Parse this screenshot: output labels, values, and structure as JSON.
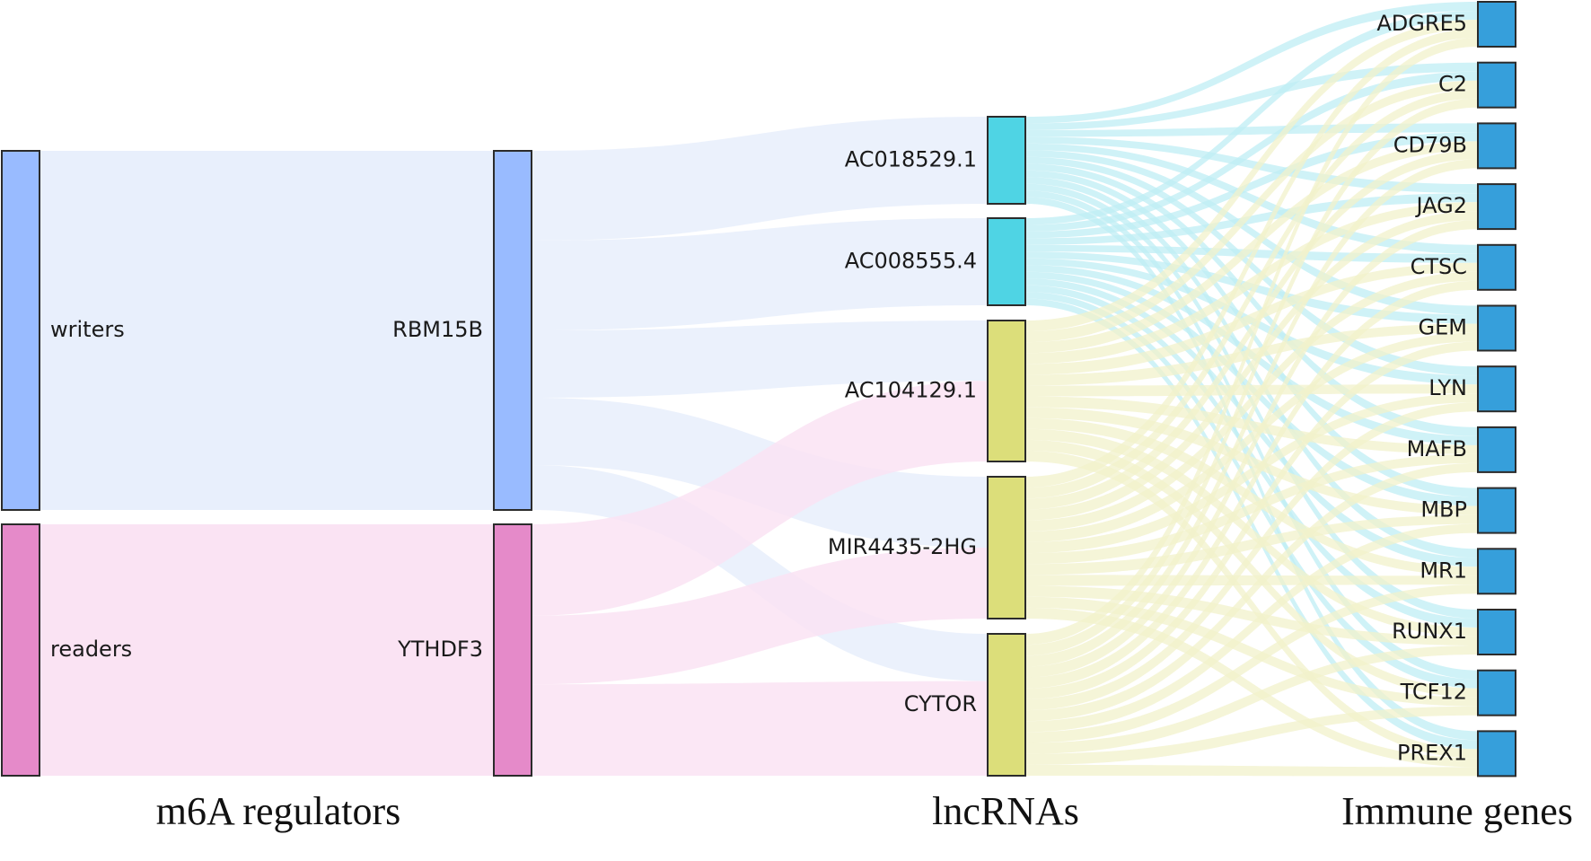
{
  "chart_data": {
    "type": "sankey",
    "columns": [
      {
        "title": "m6A regulators",
        "nodes": [
          "writers",
          "readers"
        ]
      },
      {
        "title": "",
        "nodes": [
          "RBM15B",
          "YTHDF3"
        ]
      },
      {
        "title": "lncRNAs",
        "nodes": [
          "AC018529.1",
          "AC008555.4",
          "AC104129.1",
          "MIR4435-2HG",
          "CYTOR"
        ]
      },
      {
        "title": "Immune genes",
        "nodes": [
          "ADGRE5",
          "C2",
          "CD79B",
          "JAG2",
          "CTSC",
          "GEM",
          "LYN",
          "MAFB",
          "MBP",
          "MR1",
          "RUNX1",
          "TCF12",
          "PREX1"
        ]
      }
    ],
    "node_colors": {
      "writers": "#99bbff",
      "readers": "#e58ac9",
      "RBM15B": "#99bbff",
      "YTHDF3": "#e58ac9",
      "AC018529.1": "#4fd4e4",
      "AC008555.4": "#4fd4e4",
      "AC104129.1": "#dcde7a",
      "MIR4435-2HG": "#dcde7a",
      "CYTOR": "#dcde7a",
      "immune": "#369fdb"
    },
    "link_colors": {
      "writers": "#e8effc",
      "readers": "#fae3f3",
      "AC018529.1": "#bfeef4",
      "AC008555.4": "#bfeef4",
      "AC104129.1": "#f1f2cb",
      "MIR4435-2HG": "#f1f2cb",
      "CYTOR": "#f1f2cb"
    },
    "links_level1": [
      {
        "source": "writers",
        "target": "RBM15B",
        "value": 16
      },
      {
        "source": "readers",
        "target": "YTHDF3",
        "value": 11
      }
    ],
    "links_level2": [
      {
        "source": "RBM15B",
        "target": "AC018529.1",
        "value": 4
      },
      {
        "source": "RBM15B",
        "target": "AC008555.4",
        "value": 4
      },
      {
        "source": "RBM15B",
        "target": "AC104129.1",
        "value": 3
      },
      {
        "source": "RBM15B",
        "target": "MIR4435-2HG",
        "value": 3
      },
      {
        "source": "RBM15B",
        "target": "CYTOR",
        "value": 2
      },
      {
        "source": "YTHDF3",
        "target": "AC104129.1",
        "value": 4
      },
      {
        "source": "YTHDF3",
        "target": "MIR4435-2HG",
        "value": 3
      },
      {
        "source": "YTHDF3",
        "target": "CYTOR",
        "value": 4
      }
    ],
    "lnc_immune_targets": {
      "AC018529.1": [
        "ADGRE5",
        "C2",
        "CD79B",
        "JAG2",
        "CTSC",
        "GEM",
        "LYN",
        "MAFB",
        "MBP",
        "MR1",
        "RUNX1",
        "TCF12",
        "PREX1"
      ],
      "AC008555.4": [
        "ADGRE5",
        "C2",
        "CD79B",
        "JAG2",
        "CTSC",
        "GEM",
        "LYN",
        "MAFB",
        "MBP",
        "MR1",
        "RUNX1",
        "TCF12",
        "PREX1"
      ],
      "AC104129.1": [
        "ADGRE5",
        "C2",
        "CD79B",
        "JAG2",
        "CTSC",
        "GEM",
        "LYN",
        "MAFB",
        "MBP",
        "MR1",
        "RUNX1",
        "TCF12",
        "PREX1"
      ],
      "MIR4435-2HG": [
        "ADGRE5",
        "C2",
        "CD79B",
        "JAG2",
        "CTSC",
        "GEM",
        "LYN",
        "MAFB",
        "MBP",
        "MR1",
        "RUNX1",
        "TCF12",
        "PREX1"
      ],
      "CYTOR": [
        "ADGRE5",
        "C2",
        "CD79B",
        "JAG2",
        "CTSC",
        "GEM",
        "LYN",
        "MAFB",
        "MBP",
        "MR1",
        "RUNX1",
        "TCF12",
        "PREX1"
      ]
    }
  }
}
